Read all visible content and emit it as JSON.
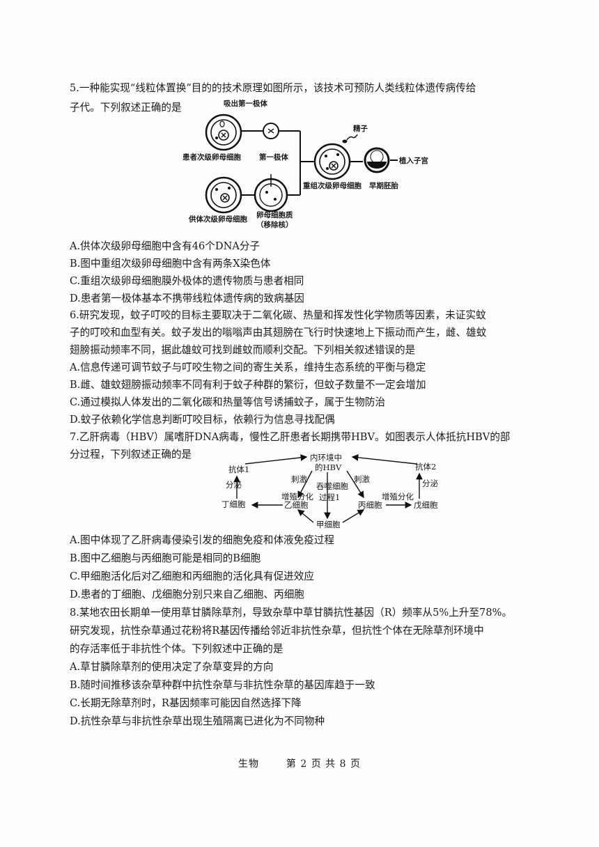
{
  "q5": {
    "stem1": "5.一种能实现“线粒体置换”目的的技术原理如图所示，该技术可预防人类线粒体遗传病传给",
    "stem2": "子代。下列叙述正确的是",
    "diagram": {
      "label_remove_polar": "吸出第一极体",
      "label_sperm": "精子",
      "label_patient_oocyte": "患者次级卵母细胞",
      "label_first_polar": "第一极体",
      "label_implant": "植入子宫",
      "label_recombined": "重组次级卵母细胞",
      "label_embryo": "早期胚胎",
      "label_donor_oocyte": "供体次级卵母细胞",
      "label_cytoplasm_1": "卵母细胞质",
      "label_cytoplasm_2": "（移除核）"
    },
    "options": [
      "A.供体次级卵母细胞中含有46个DNA分子",
      "B.图中重组次级卵母细胞中含有两条X染色体",
      "C.重组次级卵母细胞膜外极体的遗传物质与患者相同",
      "D.患者第一极体基本不携带线粒体遗传病的致病基因"
    ]
  },
  "q6": {
    "stem": [
      "6.研究发现，蚊子叮咬的目标主要取决于二氧化碳、热量和挥发性化学物质等因素，未证实蚊",
      "子的叮咬和血型有关。蚊子发出的嗡嗡声由其翅膀在飞行时快速地上下振动而产生，雌、雄蚊",
      "翅膀振动频率不同，据此雄蚊可找到雌蚊而顺利交配。下列相关叙述错误的是"
    ],
    "options": [
      "A.信息传递可调节蚊子与叮咬生物之间的寄生关系，维持生态系统的平衡与稳定",
      "B.雌、雄蚊翅膀振动频率不同有利于蚊子种群的繁衍，但蚊子数量不一定会增加",
      "C.通过模拟人体发出的二氧化碳和热量等信号诱捕蚊子，属于生物防治",
      "D.蚊子依赖化学信息判断叮咬目标，依赖行为信息寻找配偶"
    ]
  },
  "q7": {
    "stem1": "7.乙肝病毒（HBV）属嗜肝DNA病毒，慢性乙肝患者长期携带HBV。如图表示人体抵抗HBV的部",
    "stem2": "分过程，下列叙述正确的是",
    "diagram": {
      "env1": "内环境中",
      "env2": "的HBV",
      "antibody1": "抗体1",
      "antibody2": "抗体2",
      "secrete_a": "分泌",
      "secrete_b": "分泌",
      "cell_ding": "丁细胞",
      "cell_yi": "乙细胞",
      "cell_bing": "丙细胞",
      "cell_wu": "戊细胞",
      "cell_jia": "甲细胞",
      "prolif_left": "增殖分化",
      "prolif_right": "增殖分化",
      "stim_left": "刺激",
      "stim_right": "刺激",
      "phago1": "吞噬细胞",
      "phago2": "过程1"
    },
    "options": [
      "A.图中体现了乙肝病毒侵染引发的细胞免疫和体液免疫过程",
      "B.图中乙细胞与丙细胞可能是相同的B细胞",
      "C.甲细胞活化后对乙细胞和丙细胞的活化具有促进效应",
      "D.患者的丁细胞、戊细胞分别只来自乙细胞、丙细胞"
    ]
  },
  "q8": {
    "stem": [
      "8.某地农田长期单一使用草甘膦除草剂，导致杂草中草甘膦抗性基因（R）频率从5%上升至78%。",
      "研究发现，抗性杂草通过花粉将R基因传播给邻近非抗性杂草，但抗性个体在无除草剂环境中",
      "的存活率低于非抗性个体。下列叙述中正确的是"
    ],
    "options": [
      "A.草甘膦除草剂的使用决定了杂草变异的方向",
      "B.随时间推移该杂草种群中抗性杂草与非抗性杂草的基因库趋于一致",
      "C.长期无除草剂时，R基因频率可能因自然选择下降",
      "D.抗性杂草与非抗性杂草出现生殖隔离已进化为不同物种"
    ]
  },
  "footer": {
    "subject": "生物",
    "page": "第 2 页 共 8 页"
  }
}
